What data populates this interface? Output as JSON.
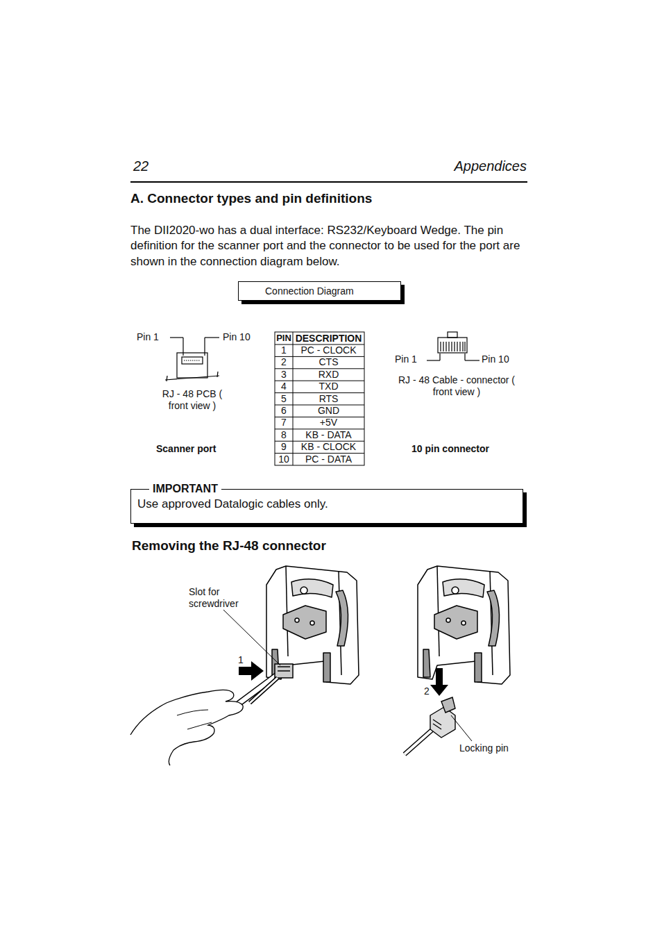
{
  "diagram": {
    "title": "A. Connector types and pin definitions",
    "nodes": [
      {
        "text": [
          "Connection Diagram"
        ]
      },
      {
        "text": [
          "IMPORTANT",
          "Use approved Datalogic cables only."
        ]
      }
    ],
    "labels": [
      "22",
      "Appendices",
      "The DII2020-wo has a dual interface: RS232/Keyboard Wedge. The pin definition for the scanner port and the connector to be used for the port are shown in the connection diagram below.",
      "Pin 1",
      "Pin 10",
      "RJ - 48 PCB ( front view )",
      "Scanner port",
      "PIN",
      "DESCRIPTION",
      "1",
      "PC - CLOCK",
      "2",
      "CTS",
      "3",
      "RXD",
      "4",
      "TXD",
      "5",
      "RTS",
      "6",
      "GND",
      "7",
      "+5V",
      "8",
      "KB - DATA",
      "9",
      "KB - CLOCK",
      "10",
      "PC - DATA",
      "Pin 1",
      "Pin 10",
      "RJ - 48 Cable - connector ( front view )",
      "10 pin connector",
      "Removing the RJ-48 connector",
      "Slot for screwdriver",
      "1",
      "2",
      "Locking pin"
    ]
  }
}
